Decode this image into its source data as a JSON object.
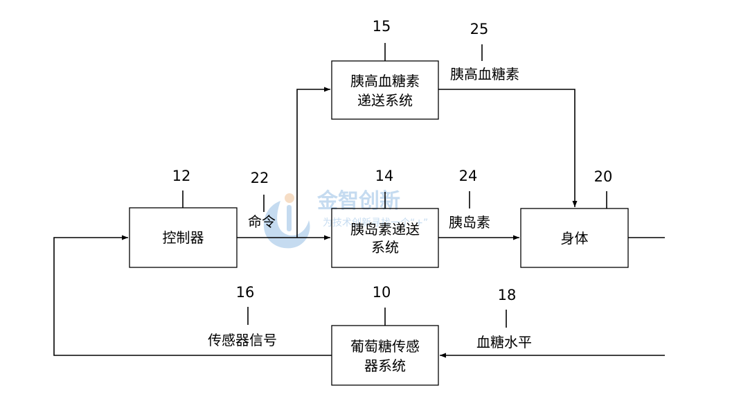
{
  "boxes": {
    "controller": "控制器",
    "glucagon_delivery": [
      "胰高血糖素",
      "递送系统"
    ],
    "insulin_delivery": [
      "胰岛素递送",
      "系统"
    ],
    "body": "身体",
    "glucose_sensor": [
      "葡萄糖传感",
      "器系统"
    ]
  },
  "labels": {
    "command": "命令",
    "glucagon": "胰高血糖素",
    "insulin": "胰岛素",
    "sensor_signal": "传感器信号",
    "blood_glucose": "血糖水平"
  },
  "refs": {
    "controller": "12",
    "command": "22",
    "glucagon_delivery": "15",
    "glucagon": "25",
    "insulin_delivery": "14",
    "insulin": "24",
    "body": "20",
    "sensor_signal": "16",
    "glucose_sensor": "10",
    "blood_glucose": "18"
  },
  "watermark": {
    "title": "金智创新",
    "subtitle": "为技术创新寻找一个“+”"
  }
}
